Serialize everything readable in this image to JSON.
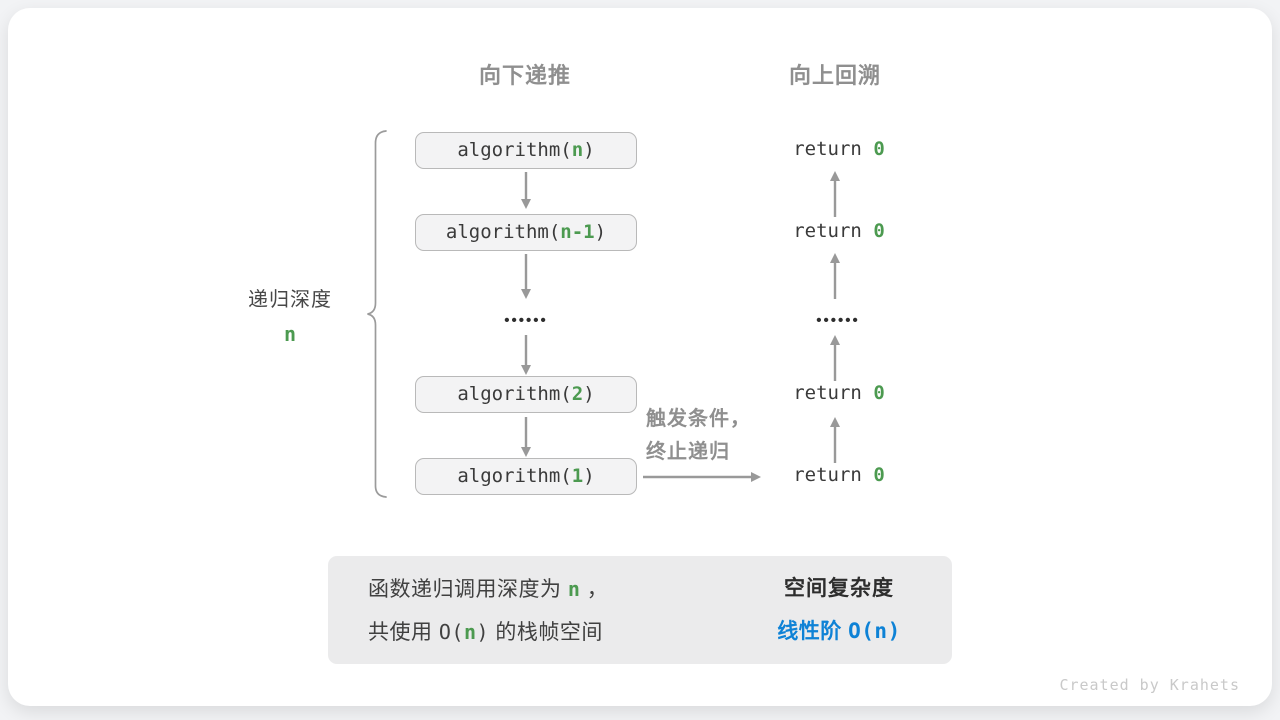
{
  "headers": {
    "recurse": "向下递推",
    "backtrack": "向上回溯"
  },
  "depth_label": {
    "text": "递归深度",
    "value": "n"
  },
  "stack": {
    "boxes": [
      {
        "pre": "algorithm(",
        "arg": "n",
        "post": ")"
      },
      {
        "pre": "algorithm(",
        "arg": "n-1",
        "post": ")"
      },
      {
        "pre": "algorithm(",
        "arg": "2",
        "post": ")"
      },
      {
        "pre": "algorithm(",
        "arg": "1",
        "post": ")"
      }
    ],
    "ellipsis": "••••••"
  },
  "returns": {
    "items": [
      {
        "kw": "return ",
        "val": "0"
      },
      {
        "kw": "return ",
        "val": "0"
      },
      {
        "kw": "return ",
        "val": "0"
      },
      {
        "kw": "return ",
        "val": "0"
      }
    ],
    "ellipsis": "••••••"
  },
  "base_case_note": {
    "line1": "触发条件，",
    "line2": "终止递归"
  },
  "summary": {
    "line1": {
      "pre": "函数递归调用深度为 ",
      "n": "n",
      "post": " ，"
    },
    "line2": {
      "pre": "共使用 ",
      "o": "O(",
      "n": "n",
      "paren": ")",
      "post": " 的栈帧空间"
    },
    "right_title": "空间复杂度",
    "right_value": {
      "pre": "线性阶 ",
      "o": "O(",
      "n": "n",
      "paren": ")"
    }
  },
  "footer": {
    "credit": "Created by Krahets"
  },
  "colors": {
    "green": "#4c9a50",
    "blue": "#0e82d6",
    "arrow_gray": "#999999",
    "box_border": "#b9b9b9",
    "box_bg": "#f3f3f4",
    "summary_bg": "#ebebec",
    "header_gray": "#8f8f8f"
  }
}
